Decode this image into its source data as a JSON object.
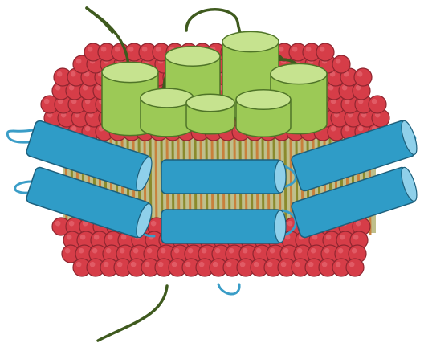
{
  "colors": {
    "background": "#ffffff",
    "lipid_head": "#d63d48",
    "lipid_head_stroke": "#8f2630",
    "lipid_head_highlight": "#e8707a",
    "lipid_tail": "#c8803c",
    "lipid_tail_alt": "#8a8a2c",
    "helix_fill": "#2f9cc7",
    "helix_stroke": "#1c5f7c",
    "helix_cap": "#8fd0ea",
    "barrel_fill": "#9cc956",
    "barrel_stroke": "#4f7428",
    "barrel_cap": "#c6e38f",
    "loop_green": "#3f5a1e",
    "loop_blue": "#3a9dc7"
  },
  "components": {
    "membrane": "lipid-bilayer",
    "cap_proteins": "green-cylinders",
    "belt_helices": "blue-cylinders",
    "tails": "protein-termini"
  }
}
